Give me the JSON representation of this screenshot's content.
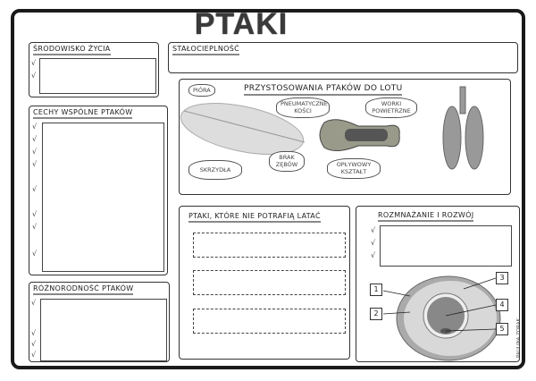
{
  "title": "PTAKI",
  "sections": {
    "habitat": {
      "label": "ŚRODOWISKO ŻYCIA",
      "checkmarks": 2
    },
    "warm_blooded": {
      "label": "STAŁOCIEPLNOŚĆ"
    },
    "adaptations": {
      "label": "PRZYSTOSOWANIA PTAKÓW DO LOTU",
      "clouds": [
        "PIÓRA",
        "PNEUMATYCZNE KOŚCI",
        "WORKI POWIETRZNE",
        "SKRZYDŁA",
        "BRAK ZĘBÓW",
        "OPŁYWOWY KSZTAŁT"
      ]
    },
    "common": {
      "label": "CECHY WSPÓLNE PTAKÓW",
      "checkmarks": 8
    },
    "diversity": {
      "label": "RÓŻNORODNOŚĆ PTAKÓW",
      "checkmarks": 4
    },
    "flightless": {
      "label": "PTAKI, KTÓRE NIE POTRAFIĄ LATAĆ",
      "answer_boxes": 3
    },
    "reproduction": {
      "label": "ROZMNAŻANIE I ROZWÓJ",
      "checkmarks": 3,
      "egg_labels": [
        "1",
        "2",
        "3",
        "4",
        "5"
      ]
    }
  },
  "check_symbol": "√",
  "signature": "PAULINA ZORAK"
}
